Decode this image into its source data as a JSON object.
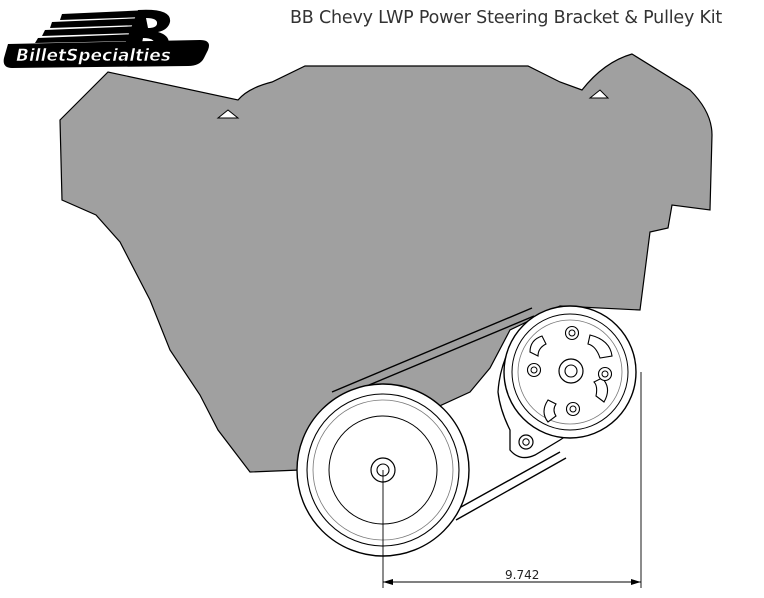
{
  "title": "BB Chevy LWP Power Steering Bracket & Pulley Kit",
  "logo": {
    "text": "BilletSpecialties"
  },
  "dimension": {
    "value": "9.742"
  },
  "colors": {
    "engine_fill": "#a0a0a0",
    "line": "#000000",
    "pulley_fill": "#ffffff"
  }
}
